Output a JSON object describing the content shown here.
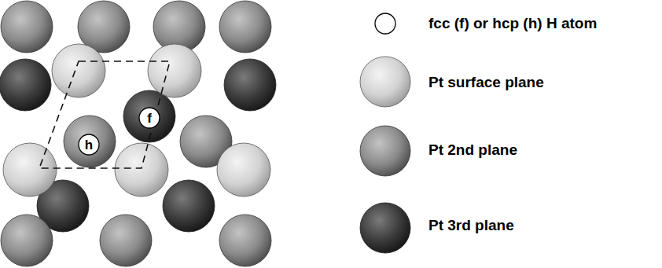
{
  "diagram": {
    "nodes": [
      {
        "text": [
          "f"
        ]
      },
      {
        "text": [
          "h"
        ]
      }
    ],
    "legend": [
      {
        "text": "fcc (f) or hcp (h) H atom"
      },
      {
        "text": "Pt surface plane"
      },
      {
        "text": "Pt 2nd plane"
      },
      {
        "text": "Pt 3rd plane"
      }
    ]
  }
}
